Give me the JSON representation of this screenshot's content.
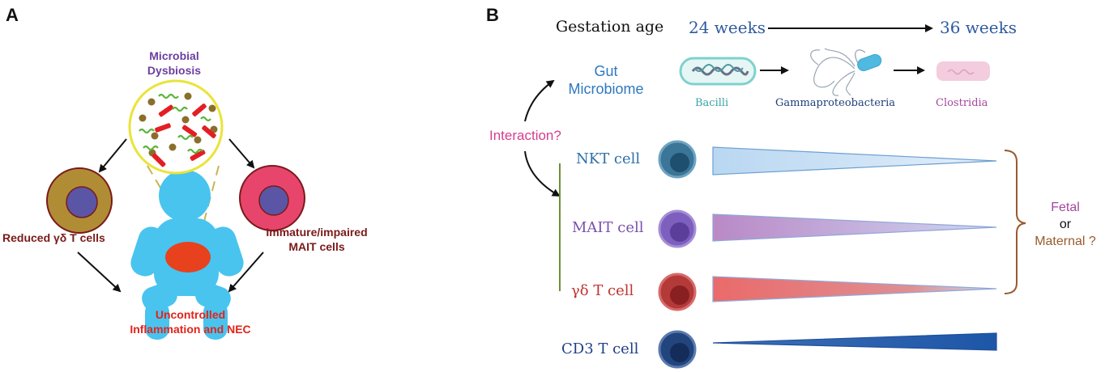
{
  "panel_a": {
    "letter": "A",
    "dysbiosis_line1": "Microbial",
    "dysbiosis_line2": "Dysbiosis",
    "reduced_label": "Reduced γδ T cells",
    "mait_line1": "Immature/impaired",
    "mait_line2": "MAIT cells",
    "outcome_line1": "Uncontrolled",
    "outcome_line2": "Inflammation and NEC"
  },
  "panel_b": {
    "letter": "B",
    "gestation_label": "Gestation age",
    "start_age": "24 weeks",
    "end_age": "36 weeks",
    "gut_line1": "Gut",
    "gut_line2": "Microbiome",
    "interaction_label": "Interaction?",
    "bacteria": [
      {
        "name": "Bacilli"
      },
      {
        "name": "Gammaproteobacteria"
      },
      {
        "name": "Clostridia"
      }
    ],
    "cells": [
      {
        "name": "NKT cell",
        "color": "#2f6fa8"
      },
      {
        "name": "MAIT cell",
        "color": "#7a4fb0"
      },
      {
        "name": "γδ T cell",
        "color": "#c0342f"
      },
      {
        "name": "CD3 T cell",
        "color": "#1f3f88"
      }
    ],
    "origin_fetal": "Fetal",
    "origin_or": "or",
    "origin_maternal": "Maternal ?"
  },
  "colors": {
    "dysbiosis_purple": "#6b3fa0",
    "dark_red": "#7a1a1a",
    "bright_red": "#e2231a",
    "gut_blue": "#2f78c0",
    "interaction_pink": "#d63d8e",
    "bacilli_teal": "#3aa3a8",
    "clostridia_purple": "#a3489e",
    "fetal_purple": "#a3489e",
    "maternal_brown": "#9a5a2e",
    "infant_blue": "#48c4ef",
    "gd_gold": "#b08d35",
    "mait_pink": "#e8456d"
  }
}
